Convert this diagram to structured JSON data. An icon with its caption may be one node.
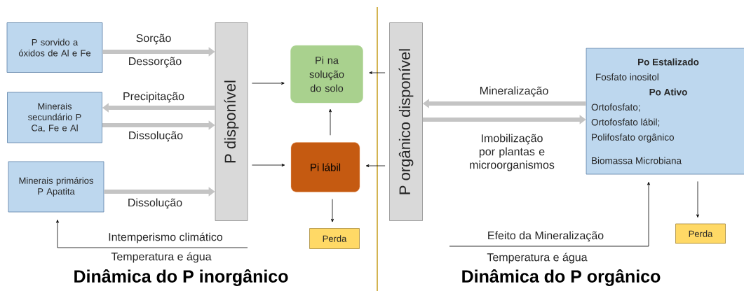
{
  "diagram": {
    "nodes": [
      {
        "text": [
          "P sorvido a óxidos de Al e Fe"
        ]
      },
      {
        "text": [
          "Minerais secundário P Ca, Fe e Al"
        ]
      },
      {
        "text": [
          "Minerais primários P Apatita"
        ]
      },
      {
        "text": [
          "P disponível"
        ]
      },
      {
        "text": [
          "Pi na solução do solo"
        ]
      },
      {
        "text": [
          "Pi lábil"
        ]
      },
      {
        "text": [
          "Perda"
        ]
      },
      {
        "text": [
          "P orgânico disponível"
        ]
      },
      {
        "text": [
          "Po Estalizado",
          "Fosfato inositol",
          "Po Ativo",
          "Ortofosfato;",
          "Ortofosfato lábil;",
          "Polifosfato orgânico",
          "Biomassa Microbiana"
        ]
      },
      {
        "text": [
          "Perda"
        ]
      }
    ],
    "edges": [
      {
        "from": 0,
        "to": 3,
        "arrow": "to",
        "label": "Sorção",
        "style": "thick",
        "color": "#c4c4c4"
      },
      {
        "from": 3,
        "to": 1,
        "arrow": "to",
        "label": "Precipitação",
        "style": "thick",
        "color": "#c4c4c4"
      },
      {
        "from": 1,
        "to": 3,
        "arrow": "to",
        "label": "Dissolução",
        "style": "thick",
        "color": "#c4c4c4"
      },
      {
        "from": 2,
        "to": 3,
        "arrow": "to",
        "label": "Dissolução",
        "style": "thick",
        "color": "#c4c4c4"
      },
      {
        "from": 3,
        "to": 4,
        "arrow": "to"
      },
      {
        "from": 3,
        "to": 5,
        "arrow": "to"
      },
      {
        "from": 5,
        "to": 4,
        "arrow": "to"
      },
      {
        "from": 5,
        "to": 6,
        "arrow": "to"
      },
      {
        "from": 7,
        "to": 4,
        "arrow": "to"
      },
      {
        "from": 7,
        "to": 5,
        "arrow": "to"
      },
      {
        "from": 8,
        "to": 7,
        "arrow": "to",
        "label": "Mineralização",
        "style": "thick",
        "color": "#c4c4c4"
      },
      {
        "from": 7,
        "to": 8,
        "arrow": "to",
        "label": "Imobilização por plantas e microorganismos",
        "style": "thick",
        "color": "#c4c4c4"
      },
      {
        "from": null,
        "to": 2,
        "arrow": "to",
        "label": "Intemperismo climático"
      },
      {
        "from": null,
        "to": 8,
        "arrow": "to",
        "label": "Efeito da Mineralização"
      },
      {
        "from": 8,
        "to": 9,
        "arrow": "to"
      }
    ],
    "labels": [
      "Dessorção",
      "Temperatura e água",
      "Dinâmica do P inorgânico",
      "Temperatura e água",
      "Dinâmica do P orgânico"
    ]
  }
}
